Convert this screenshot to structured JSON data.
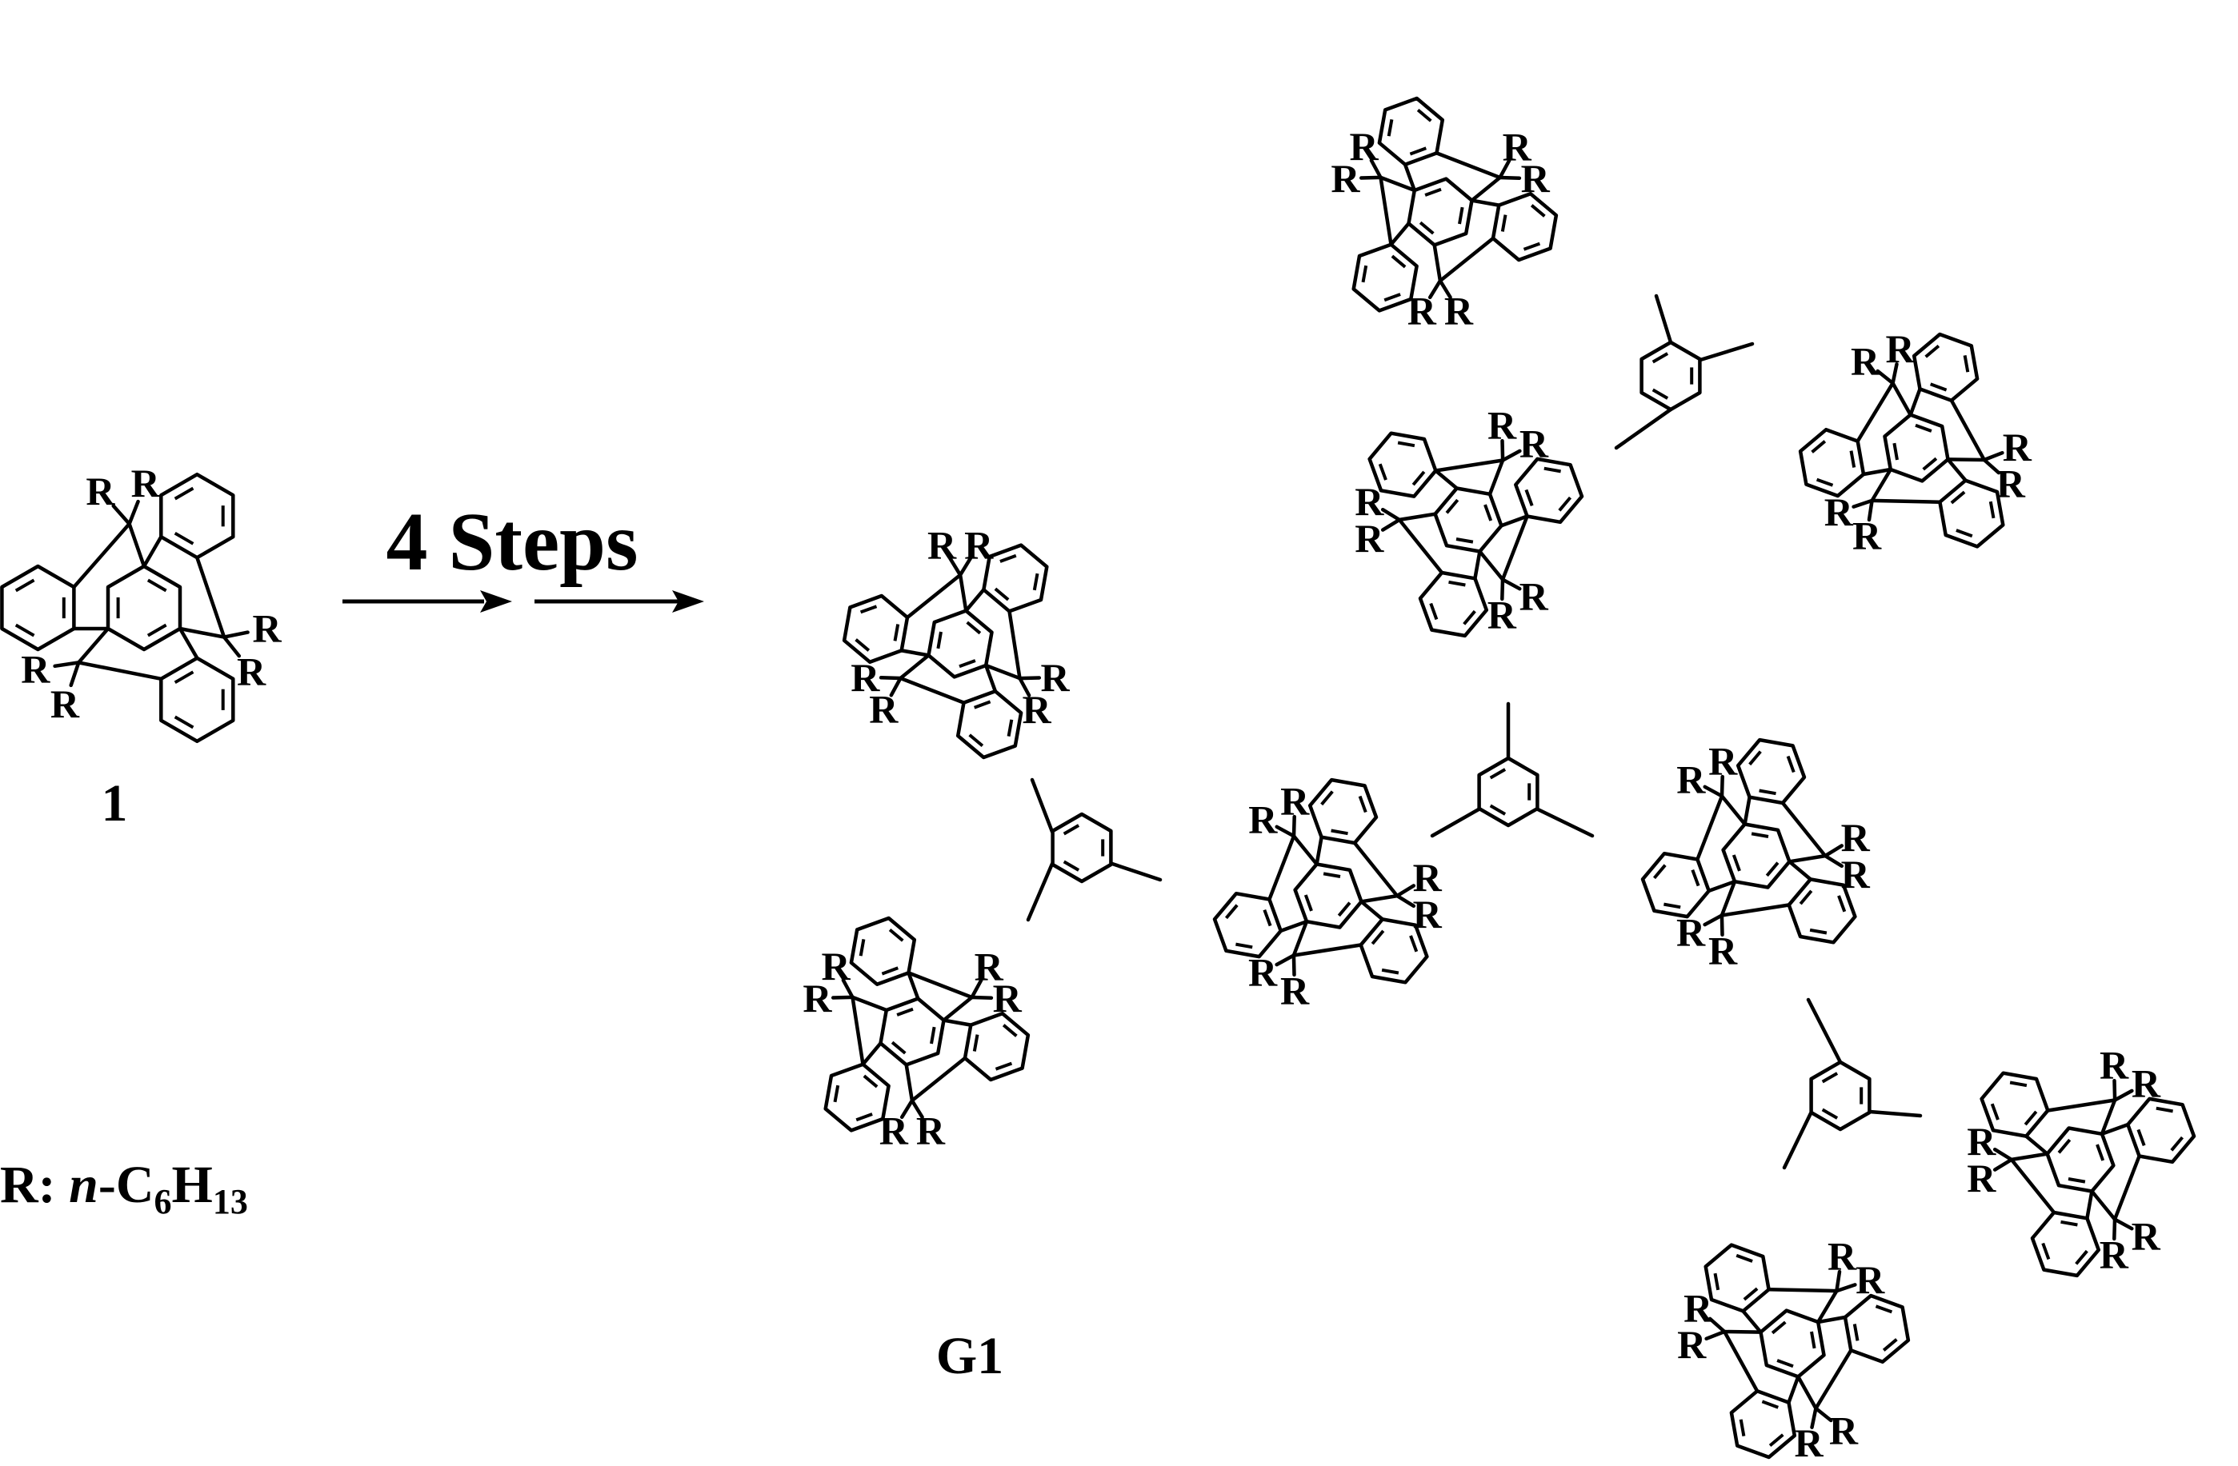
{
  "reaction": {
    "start_compound_label": "1",
    "arrow_label": "4 Steps",
    "product_label": "G1",
    "substituent_symbol": "R",
    "definition": {
      "prefix": "R: ",
      "italic": "n",
      "formula_c": "-C",
      "sub_c": "6",
      "formula_h": "H",
      "sub_h": "13"
    }
  }
}
